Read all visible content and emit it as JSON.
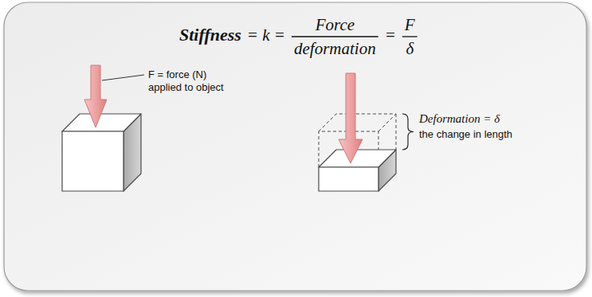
{
  "diagram": {
    "labels": [
      "Stiffness",
      "= k =",
      "Force",
      "deformation",
      "=",
      "F",
      "δ",
      "F = force (N) applied to object",
      "Deformation = δ",
      "the change in length"
    ]
  }
}
